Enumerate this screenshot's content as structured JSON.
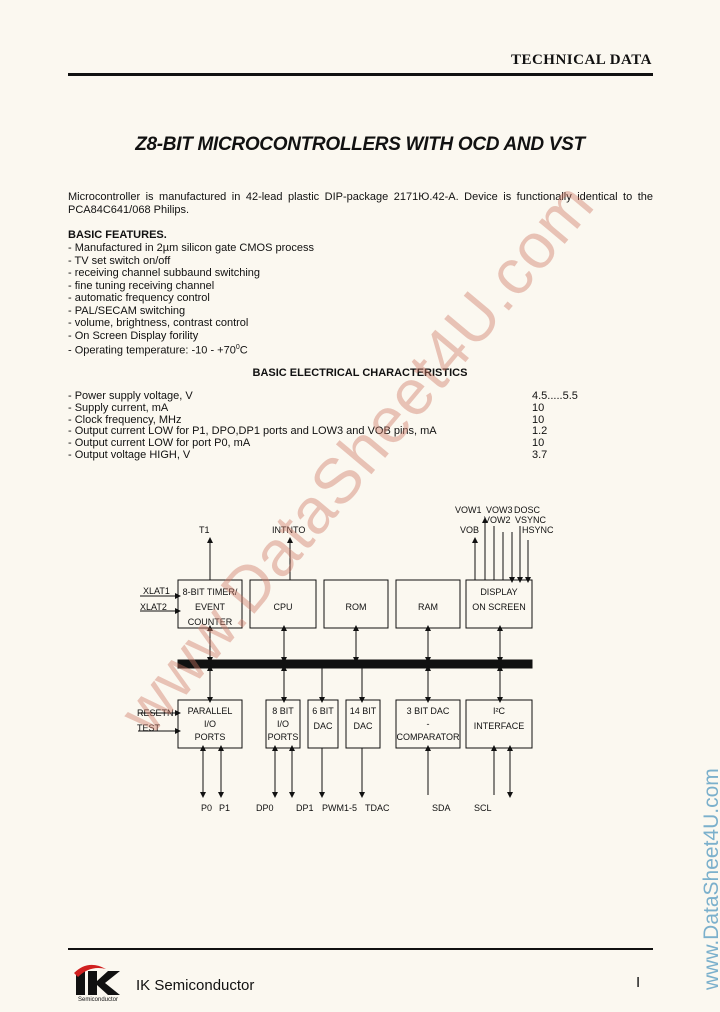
{
  "header": {
    "title": "TECHNICAL DATA"
  },
  "doc": {
    "title": "Z8-BIT MICROCONTROLLERS WITH OCD AND VST",
    "intro": "Microcontroller is manufactured in 42-lead plastic DIP-package 2171Ю.42-A. Device is functionally identical to the PCA84C641/068 Philips."
  },
  "features": {
    "heading": "BASIC FEATURES.",
    "items": [
      "- Manufactured in 2µm silicon gate CMOS process",
      "- TV set switch on/off",
      "- receiving channel subbaund switching",
      "- fine tuning receiving channel",
      "- automatic frequency control",
      "- PAL/SECAM switching",
      "- volume, brightness, contrast control",
      "- On Screen Display forility"
    ],
    "temp_label": "- Operating temperature: -10 - +70",
    "temp_sup": "0",
    "temp_unit": "C"
  },
  "electrical": {
    "heading": "BASIC ELECTRICAL CHARACTERISTICS",
    "rows": [
      {
        "label": "- Power supply voltage, V",
        "value": "4.5.....5.5"
      },
      {
        "label": "- Supply current, mA",
        "value": "10"
      },
      {
        "label": "- Clock frequency, MHz",
        "value": "10"
      },
      {
        "label": "- Output current LOW for P1, DPO,DP1 ports and LOW3 and VOB pins, mA",
        "value": "1.2"
      },
      {
        "label": "- Output current LOW for port P0, mA",
        "value": "10"
      },
      {
        "label": "- Output voltage HIGH, V",
        "value": "3.7"
      }
    ]
  },
  "diagram": {
    "signals": {
      "t1": "T1",
      "intnto": "INTNTO",
      "vow1": "VOW1",
      "vow3": "VOW3",
      "dosc": "DOSC",
      "vow2": "VOW2",
      "vsync": "VSYNC",
      "vob": "VOB",
      "hsync": "HSYNC",
      "xlat1": "XLAT1",
      "xlat2": "XLAT2",
      "resetn": "RESETN",
      "test": "TEST",
      "p0": "P0",
      "p1": "P1",
      "dp0": "DP0",
      "dp1": "DP1",
      "pwm": "PWM1-5",
      "tdac": "TDAC",
      "sda": "SDA",
      "scl": "SCL"
    },
    "blocks": {
      "timer": [
        "8-BIT TIMER/",
        "EVENT",
        "COUNTER"
      ],
      "cpu": [
        "CPU"
      ],
      "rom": [
        "ROM"
      ],
      "ram": [
        "RAM"
      ],
      "display": [
        "DISPLAY",
        "ON SCREEN"
      ],
      "parallel": [
        "PARALLEL",
        "I/O",
        "PORTS"
      ],
      "io8": [
        "8 BIT",
        "I/O",
        "PORTS"
      ],
      "dac6": [
        "6 BIT",
        "DAC"
      ],
      "dac14": [
        "14 BIT",
        "DAC"
      ],
      "dac3": [
        "3 BIT DAC",
        "-",
        "COMPARATOR"
      ],
      "i2c": [
        "I²C",
        "INTERFACE"
      ]
    }
  },
  "footer": {
    "company": "IK Semiconductor",
    "page": "I",
    "logo_text": "IK",
    "logo_sub": "Semiconductor"
  },
  "watermark": {
    "text": "www.DataSheet4U.com",
    "side": "www.DataSheet4U.com"
  },
  "colors": {
    "watermark": "#cd7864",
    "side": "#7bb0cc",
    "logo_red": "#d02020"
  }
}
